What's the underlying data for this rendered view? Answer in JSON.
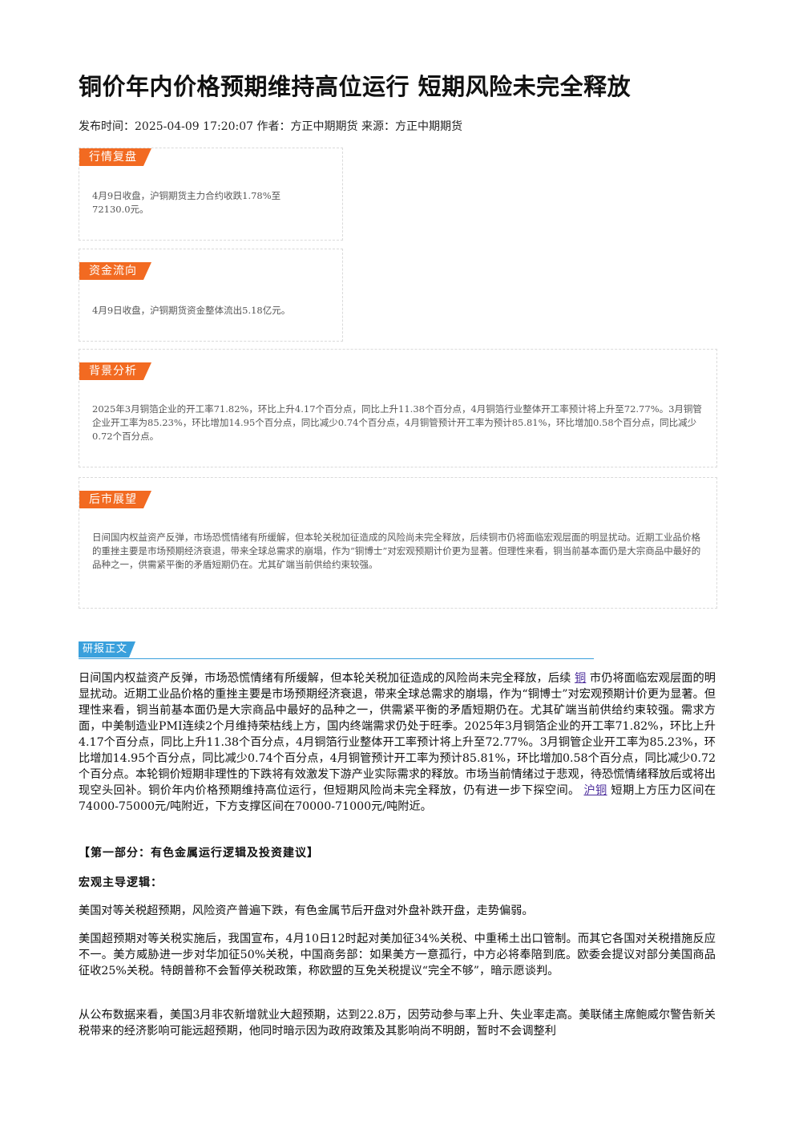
{
  "article": {
    "title": "铜价年内价格预期维持高位运行 短期风险未完全释放",
    "meta": "发布时间：2025-04-09 17:20:07 作者：方正中期期货 来源：方正中期期货"
  },
  "boxes": {
    "market": {
      "tag": "行情复盘",
      "text": "4月9日收盘，沪铜期货主力合约收跌1.78%至72130.0元。"
    },
    "capital": {
      "tag": "资金流向",
      "text": "4月9日收盘，沪铜期货资金整体流出5.18亿元。"
    },
    "background": {
      "tag": "背景分析",
      "text": "2025年3月铜箔企业的开工率71.82%，环比上升4.17个百分点，同比上升11.38个百分点，4月铜箔行业整体开工率预计将上升至72.77%。3月铜管企业开工率为85.23%，环比增加14.95个百分点，同比减少0.74个百分点，4月铜管预计开工率为预计85.81%，环比增加0.58个百分点，同比减少0.72个百分点。"
    },
    "outlook": {
      "tag": "后市展望",
      "text": "日间国内权益资产反弹，市场恐慌情绪有所缓解，但本轮关税加征造成的风险尚未完全释放，后续铜市仍将面临宏观层面的明显扰动。近期工业品价格的重挫主要是市场预期经济衰退，带来全球总需求的崩塌，作为“铜博士”对宏观预期计价更为显著。但理性来看，铜当前基本面仍是大宗商品中最好的品种之一，供需紧平衡的矛盾短期仍在。尤其矿端当前供给约束较强。"
    }
  },
  "report": {
    "tag": "研报正文",
    "p1_a": "日间国内权益资产反弹，市场恐慌情绪有所缓解，但本轮关税加征造成的风险尚未完全释放，后续 ",
    "p1_link1": "铜",
    "p1_b": " 市仍将面临宏观层面的明显扰动。近期工业品价格的重挫主要是市场预期经济衰退，带来全球总需求的崩塌，作为“铜博士”对宏观预期计价更为显著。但理性来看，铜当前基本面仍是大宗商品中最好的品种之一，供需紧平衡的矛盾短期仍在。尤其矿端当前供给约束较强。需求方面，中美制造业PMI连续2个月维持荣枯线上方，国内终端需求仍处于旺季。2025年3月铜箔企业的开工率71.82%，环比上升4.17个百分点，同比上升11.38个百分点，4月铜箔行业整体开工率预计将上升至72.77%。3月铜管企业开工率为85.23%，环比增加14.95个百分点，同比减少0.74个百分点，4月铜管预计开工率为预计85.81%，环比增加0.58个百分点，同比减少0.72个百分点。本轮铜价短期非理性的下跌将有效激发下游产业实际需求的释放。市场当前情绪过于悲观，待恐慌情绪释放后或将出现空头回补。铜价年内价格预期维持高位运行，但短期风险尚未完全释放，仍有进一步下探空间。 ",
    "p1_link2": "沪铜",
    "p1_c": " 短期上方压力区间在74000-75000元/吨附近，下方支撑区间在70000-71000元/吨附近。",
    "section1": "【第一部分：有色金属运行逻辑及投资建议】",
    "macro_head": "宏观主导逻辑：",
    "p2": "美国对等关税超预期，风险资产普遍下跌，有色金属节后开盘对外盘补跌开盘，走势偏弱。",
    "p3": "美国超预期对等关税实施后，我国宣布，4月10日12时起对美加征34%关税、中重稀土出口管制。而其它各国对关税措施反应不一。美方威胁进一步对华加征50%关税，中国商务部：如果美方一意孤行，中方必将奉陪到底。欧委会提议对部分美国商品征收25%关税。特朗普称不会暂停关税政策，称欧盟的互免关税提议“完全不够”，暗示愿谈判。",
    "p4": "从公布数据来看，美国3月非农新增就业大超预期，达到22.8万，因劳动参与率上升、失业率走高。美联储主席鲍威尔警告新关税带来的经济影响可能远超预期，他同时暗示因为政府政策及其影响尚不明朗，暂时不会调整利"
  },
  "colors": {
    "tag_orange": "#f26a21",
    "tag_blue": "#3aa0dc",
    "link": "#4b2c9b"
  }
}
